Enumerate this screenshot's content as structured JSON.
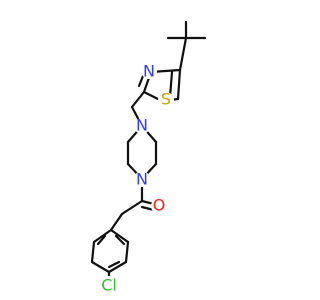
{
  "atoms": {
    "N_thiazole": "N",
    "S_thiazole": "S",
    "N_pip_top": "N",
    "N_pip_bottom": "N",
    "O_carbonyl": "O",
    "Cl_para": "Cl"
  },
  "colors": {
    "bond": "#111111",
    "nitrogen": "#2f3cff",
    "sulfur": "#c9a300",
    "oxygen": "#ff1a1a",
    "chlorine": "#2fbf2f"
  }
}
